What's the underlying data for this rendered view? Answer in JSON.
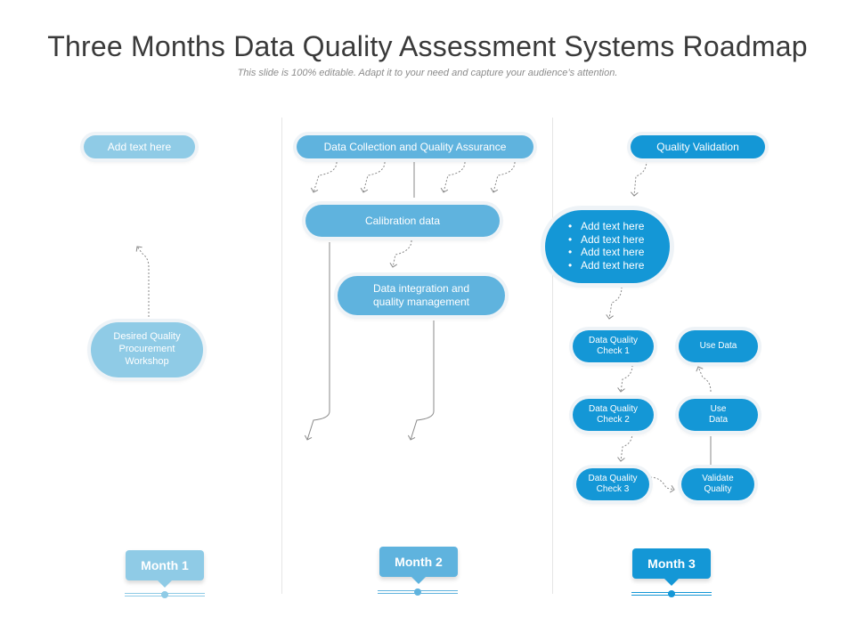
{
  "title": "Three Months Data Quality Assessment Systems Roadmap",
  "subtitle": "This slide is 100% editable. Adapt it to your need and capture your audience’s attention.",
  "month1": {
    "top_label": "Add text here",
    "workshop": "Desired Quality Procurement Workshop",
    "month": "Month 1"
  },
  "month2": {
    "top_label": "Data Collection and Quality Assurance",
    "calibration": "Calibration data",
    "integration": "Data integration and quality management",
    "month": "Month 2"
  },
  "month3": {
    "top_label": "Quality Validation",
    "bullets": [
      "Add text here",
      "Add text here",
      "Add text here",
      "Add text here"
    ],
    "check1": "Data Quality Check 1",
    "check2": "Data Quality Check 2",
    "check3": "Data Quality Check 3",
    "use_data_top": "Use Data",
    "use_data_mid": "Use Data",
    "validate": "Validate Quality",
    "month": "Month 3"
  },
  "colors": {
    "light": "#8fcbe6",
    "mid": "#5fb3de",
    "dark": "#1497d6",
    "connector": "#8a8a8a"
  }
}
